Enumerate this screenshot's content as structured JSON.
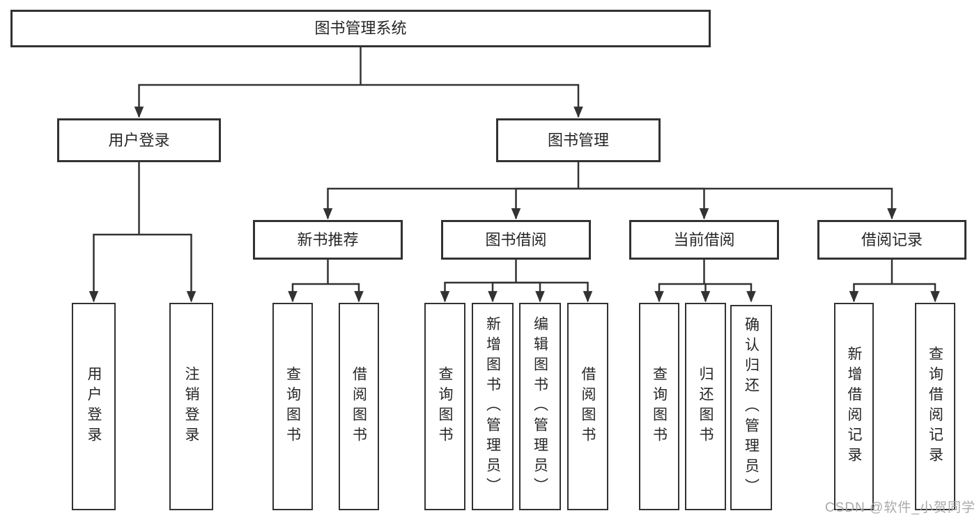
{
  "colors": {
    "line": "#323232",
    "box_border": "#323232",
    "box_fill": "#ffffff",
    "background": "#ffffff",
    "text": "#262626",
    "watermark": "#a9a9a9"
  },
  "tree": {
    "root": {
      "label": "图书管理系统",
      "children": [
        {
          "label": "用户登录",
          "children": [
            {
              "label": "用户登录"
            },
            {
              "label": "注销登录"
            }
          ]
        },
        {
          "label": "图书管理",
          "children": [
            {
              "label": "新书推荐",
              "children": [
                {
                  "label": "查询图书"
                },
                {
                  "label": "借阅图书"
                }
              ]
            },
            {
              "label": "图书借阅",
              "children": [
                {
                  "label": "查询图书"
                },
                {
                  "label": "新增图书（管理员）"
                },
                {
                  "label": "编辑图书（管理员）"
                },
                {
                  "label": "借阅图书"
                }
              ]
            },
            {
              "label": "当前借阅",
              "children": [
                {
                  "label": "查询图书"
                },
                {
                  "label": "归还图书"
                },
                {
                  "label": "确认归还（管理员）"
                }
              ]
            },
            {
              "label": "借阅记录",
              "children": [
                {
                  "label": "新增借阅记录"
                },
                {
                  "label": "查询借阅记录"
                }
              ]
            }
          ]
        }
      ]
    }
  },
  "watermark": {
    "text": "CSDN @软件_小贺同学"
  }
}
